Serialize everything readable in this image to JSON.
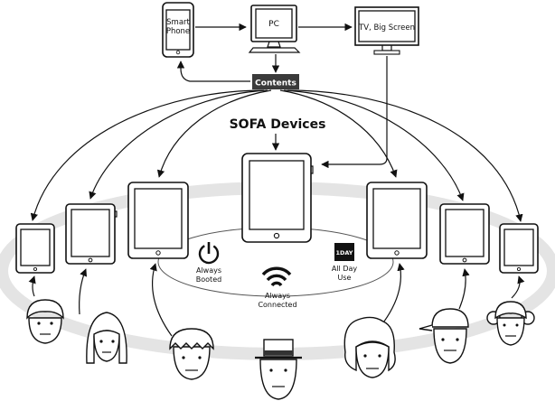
{
  "top": {
    "smartphone_line1": "Smart",
    "smartphone_line2": "Phone",
    "pc_label": "PC",
    "tv_label": "TV, Big Screen",
    "contents_label": "Contents"
  },
  "center": {
    "title": "SOFA Devices"
  },
  "features": {
    "always_booted_line1": "Always",
    "always_booted_line2": "Booted",
    "always_connected_line1": "Always",
    "always_connected_line2": "Connected",
    "all_day_badge": "1DAY",
    "all_day_line1": "All Day",
    "all_day_line2": "Use"
  },
  "colors": {
    "ink": "#111111",
    "ring": "#e6e6e6",
    "contents_bg": "#3a3a3a"
  }
}
